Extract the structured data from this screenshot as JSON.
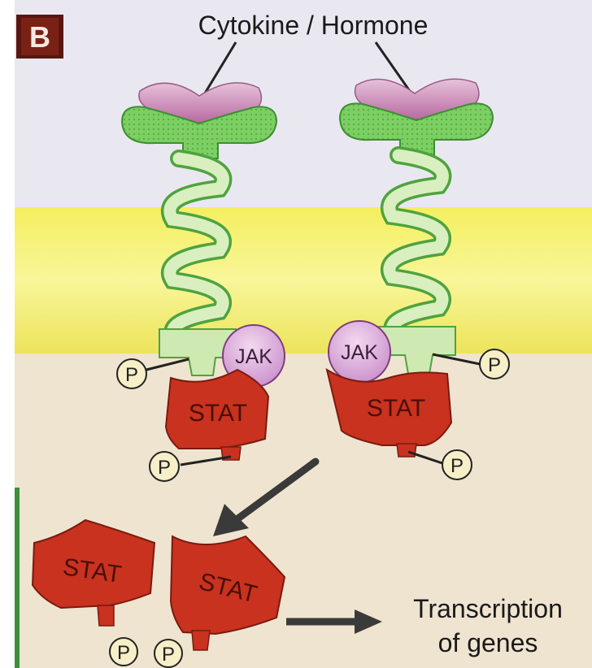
{
  "panel": {
    "letter": "B"
  },
  "labels": {
    "ligand": "Cytokine / Hormone",
    "transcription_line1": "Transcription",
    "transcription_line2": "of genes"
  },
  "proteins": {
    "jak": "JAK",
    "stat": "STAT",
    "phosphate": "P"
  },
  "colors": {
    "extracellular": "#e8e7f0",
    "membrane": "#f2ef7a",
    "cytoplasm": "#efe3cf",
    "receptor_green": "#7fcf6a",
    "receptor_light": "#d8efc0",
    "ligand": "#c98ab6",
    "jak": "#d8a6d8",
    "stat": "#c8321f",
    "panel_badge": "#5a1510"
  }
}
